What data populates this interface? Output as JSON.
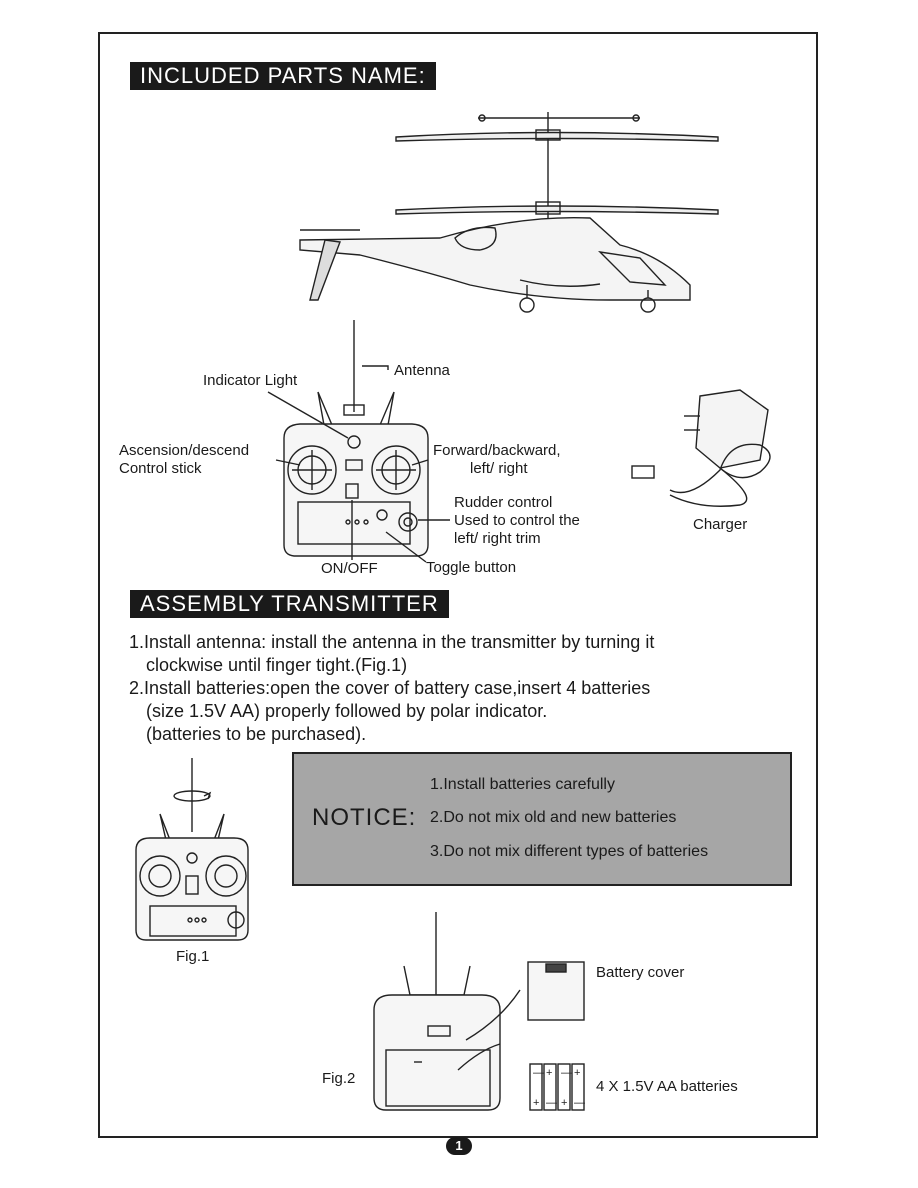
{
  "sections": {
    "parts_title": "INCLUDED PARTS NAME:",
    "assembly_title": "ASSEMBLY TRANSMITTER"
  },
  "labels": {
    "antenna": "Antenna",
    "indicator_light": "Indicator Light",
    "ascension_line1": "Ascension/descend",
    "ascension_line2": "Control stick",
    "forward_line1": "Forward/backward,",
    "forward_line2": "left/ right",
    "rudder_line1": "Rudder control",
    "rudder_line2": "Used to control the",
    "rudder_line3": "left/ right trim",
    "on_off": "ON/OFF",
    "toggle": "Toggle button",
    "charger": "Charger"
  },
  "steps": {
    "s1_line1": "1.Install antenna: install the antenna in the transmitter by turning it",
    "s1_line2": "clockwise until finger tight.(Fig.1)",
    "s2_line1": "2.Install batteries:open the cover of battery case,insert 4 batteries",
    "s2_line2": "(size 1.5V AA) properly followed by polar indicator.",
    "s2_line3": "(batteries to be purchased)."
  },
  "notice": {
    "title": "NOTICE:",
    "items": [
      "1.Install batteries carefully",
      "2.Do not mix old and new batteries",
      "3.Do not mix different types of batteries"
    ]
  },
  "figures": {
    "fig1": "Fig.1",
    "fig2": "Fig.2",
    "battery_cover": "Battery cover",
    "batteries": "4 X 1.5V AA batteries"
  },
  "page_number": "1",
  "colors": {
    "ink": "#1a1a1a",
    "notice_bg": "#a6a6a6",
    "banner_bg": "#1a1a1a"
  }
}
